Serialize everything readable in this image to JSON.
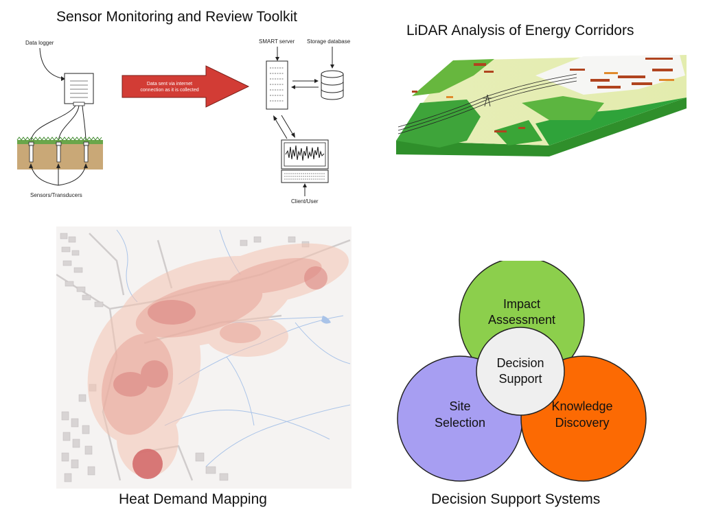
{
  "panels": {
    "sensor": {
      "title": "Sensor Monitoring and Review Toolkit",
      "labels": {
        "data_logger": "Data logger",
        "arrow_text_line1": "Data sent via internet",
        "arrow_text_line2": "connection as it is collected",
        "smart_server": "SMART server",
        "storage_database": "Storage database",
        "sensors": "Sensors/Transducers",
        "client": "Client/User"
      }
    },
    "lidar": {
      "title": "LiDAR Analysis of Energy Corridors"
    },
    "heat": {
      "title": "Heat Demand Mapping"
    },
    "dss": {
      "title": "Decision Support Systems",
      "circles": {
        "impact_line1": "Impact",
        "impact_line2": "Assessment",
        "site_line1": "Site",
        "site_line2": "Selection",
        "knowledge_line1": "Knowledge",
        "knowledge_line2": "Discovery",
        "center_line1": "Decision",
        "center_line2": "Support"
      },
      "colors": {
        "impact": "#8ccf4c",
        "site": "#a79ef2",
        "knowledge": "#fc6a03",
        "center": "#efefef"
      }
    }
  }
}
